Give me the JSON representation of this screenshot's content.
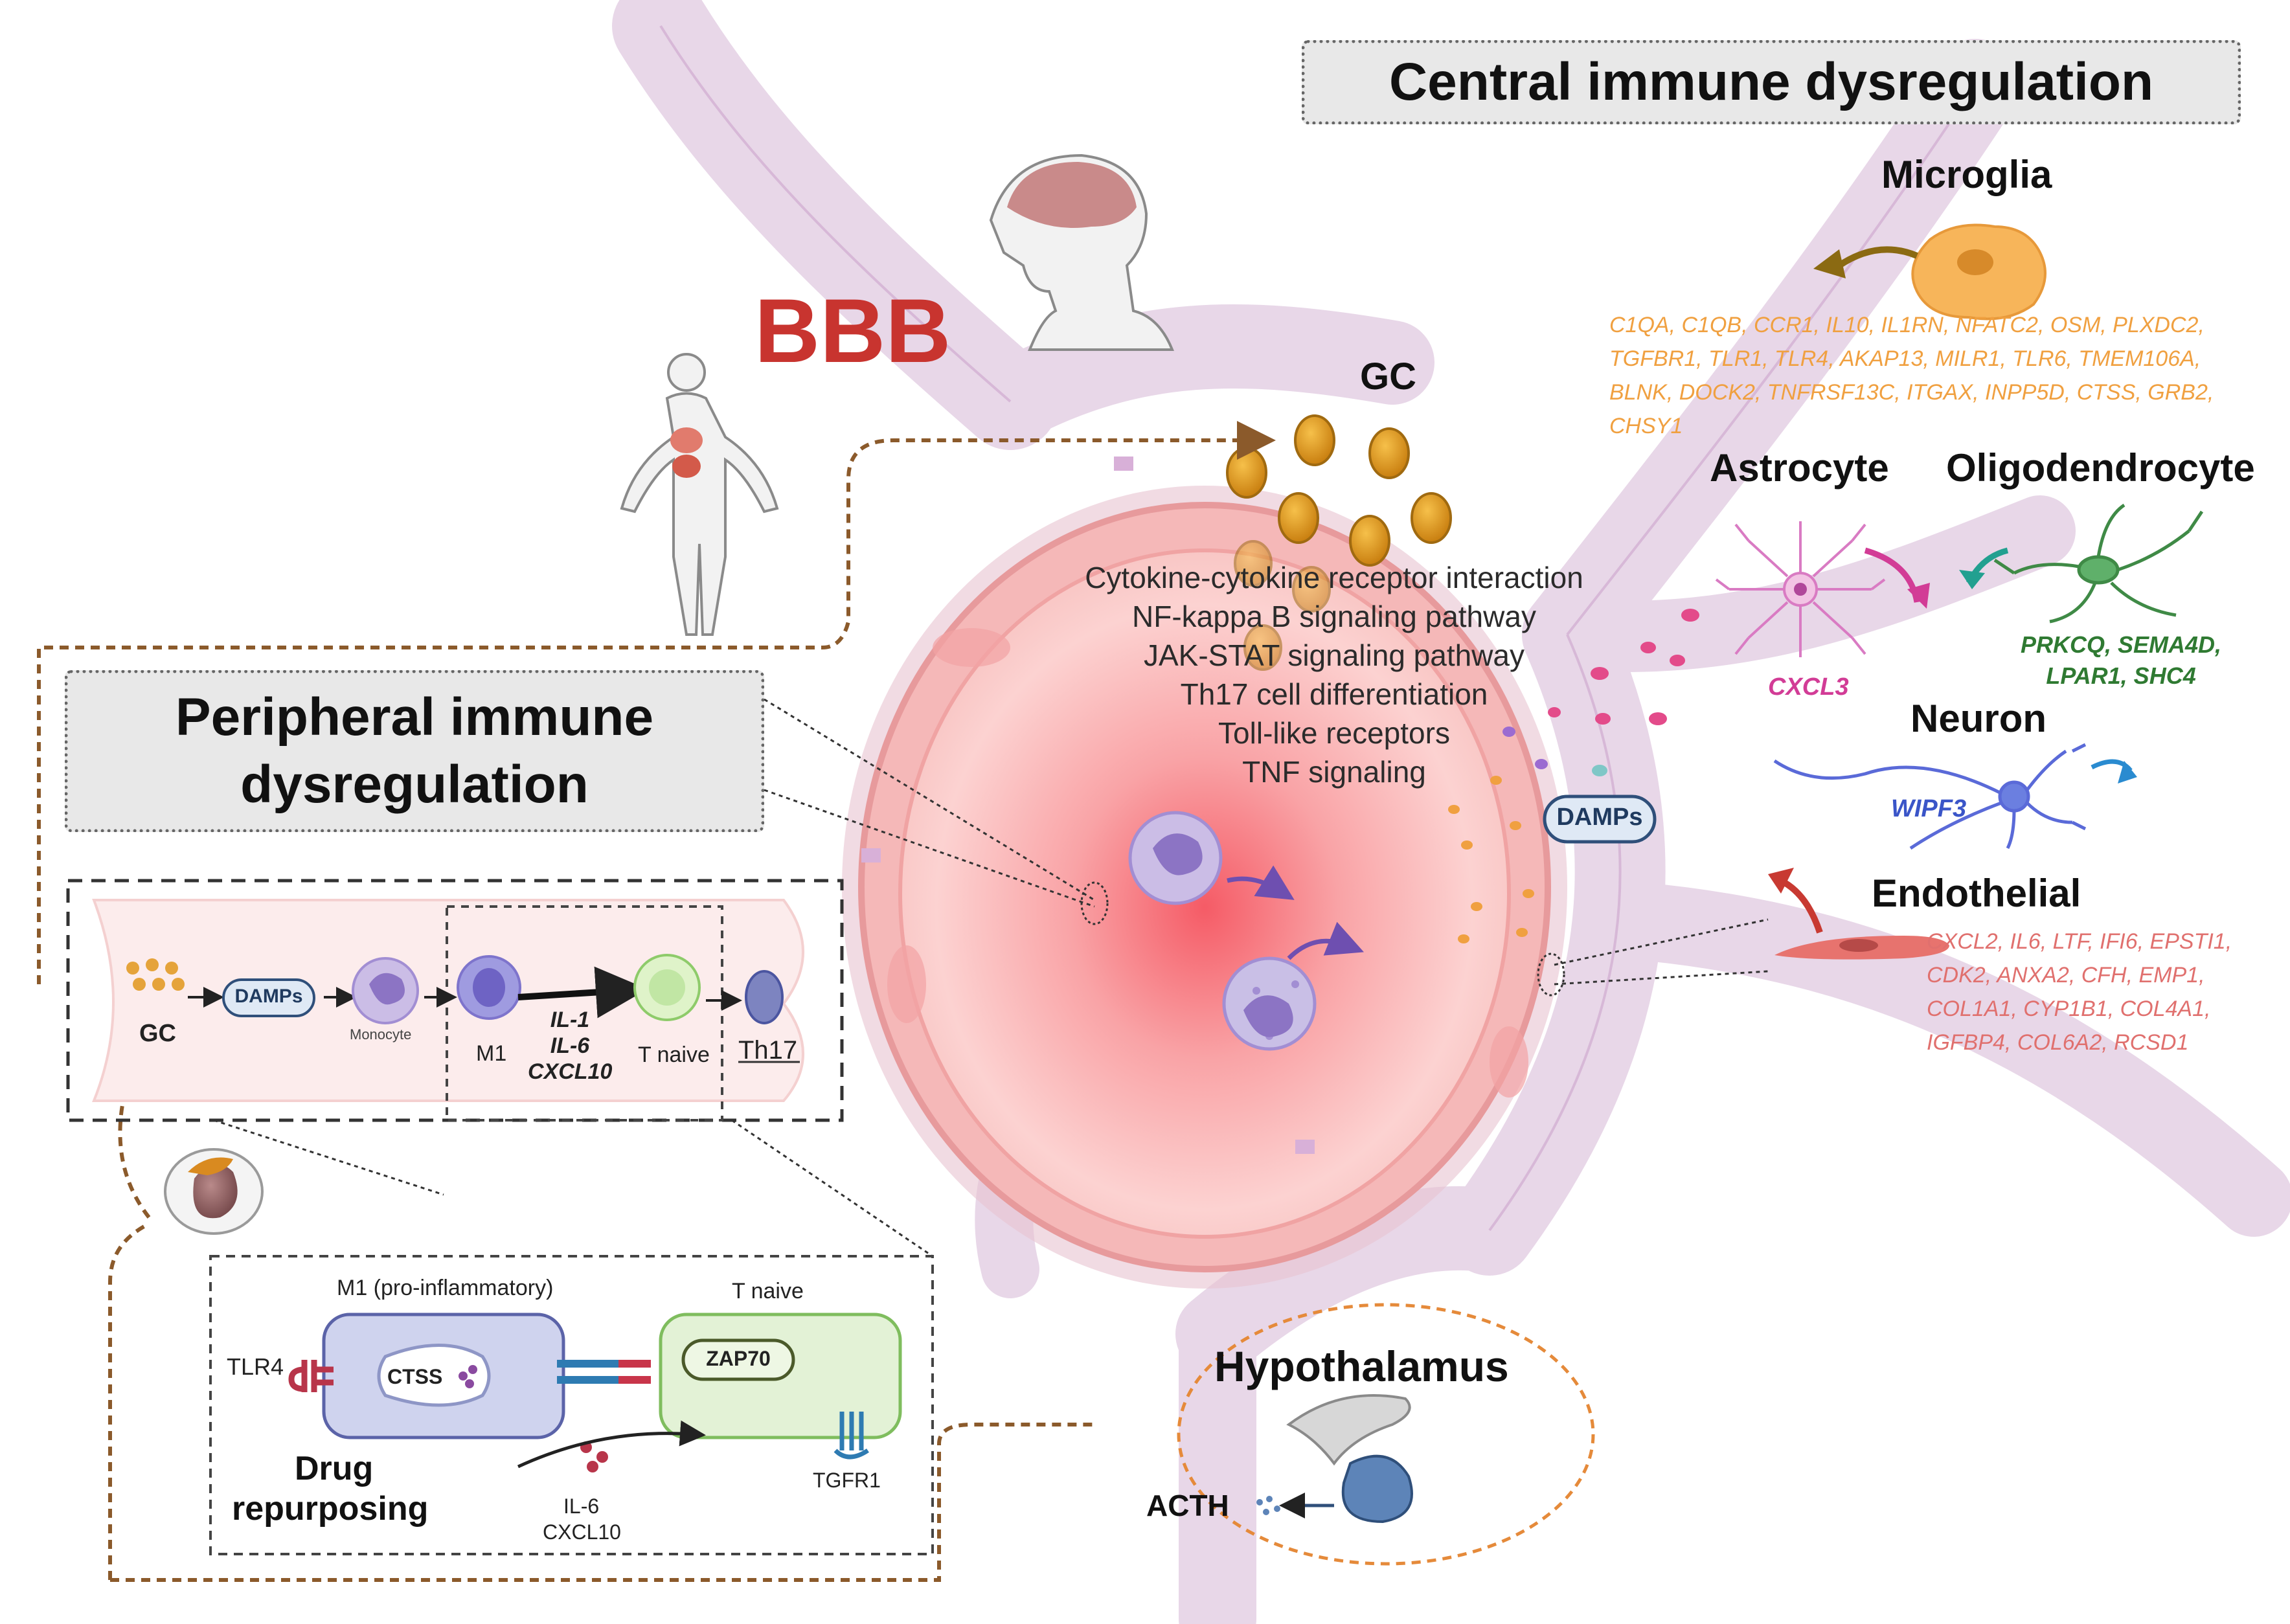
{
  "central_title": "Central immune dysregulation",
  "peripheral_title": "Peripheral immune dysregulation",
  "bbb_label": "BBB",
  "gc_label": "GC",
  "pathways": [
    "Cytokine-cytokine receptor interaction",
    "NF-kappa B signaling pathway",
    "JAK-STAT signaling pathway",
    "Th17 cell differentiation",
    "Toll-like receptors",
    "TNF signaling"
  ],
  "damps_label": "DAMPs",
  "microglia": {
    "title": "Microglia",
    "genes": [
      "C1QA, C1QB, CCR1, IL10, IL1RN, NFATC2, OSM, PLXDC2,",
      "TGFBR1, TLR1, TLR4, AKAP13, MILR1, TLR6, TMEM106A,",
      "BLNK, DOCK2, TNFRSF13C, ITGAX, INPP5D, CTSS, GRB2,",
      "CHSY1"
    ],
    "color": "#f0a040"
  },
  "astrocyte": {
    "title": "Astrocyte",
    "genes": "CXCL3",
    "color": "#d23c96"
  },
  "oligodendrocyte": {
    "title": "Oligodendrocyte",
    "genes": [
      "PRKCQ, SEMA4D,",
      "LPAR1, SHC4"
    ],
    "color": "#2f7a32"
  },
  "neuron": {
    "title": "Neuron",
    "genes": "WIPF3",
    "color": "#3a55c8"
  },
  "endothelial": {
    "title": "Endothelial",
    "genes": [
      "CXCL2, IL6, LTF, IFI6, EPSTI1,",
      "CDK2, ANXA2, CFH, EMP1,",
      "COL1A1, CYP1B1, COL4A1,",
      "IGFBP4, COL6A2, RCSD1"
    ],
    "color": "#e0706e"
  },
  "peripheral_flow": {
    "gc": "GC",
    "damps": "DAMPs",
    "monocyte": "Monocyte",
    "m1": "M1",
    "cytokines": [
      "IL-1",
      "IL-6",
      "CXCL10"
    ],
    "t_naive": "T naive",
    "th17": "Th17"
  },
  "drug_box": {
    "m1_label": "M1 (pro-inflammatory)",
    "t_naive": "T naive",
    "tlr4": "TLR4",
    "ctss": "CTSS",
    "zap70": "ZAP70",
    "tgfr1": "TGFR1",
    "il6": "IL-6",
    "cxcl10": "CXCL10",
    "drug": "Drug",
    "repurposing": "repurposing"
  },
  "hypothalamus": {
    "title": "Hypothalamus",
    "acth": "ACTH"
  }
}
